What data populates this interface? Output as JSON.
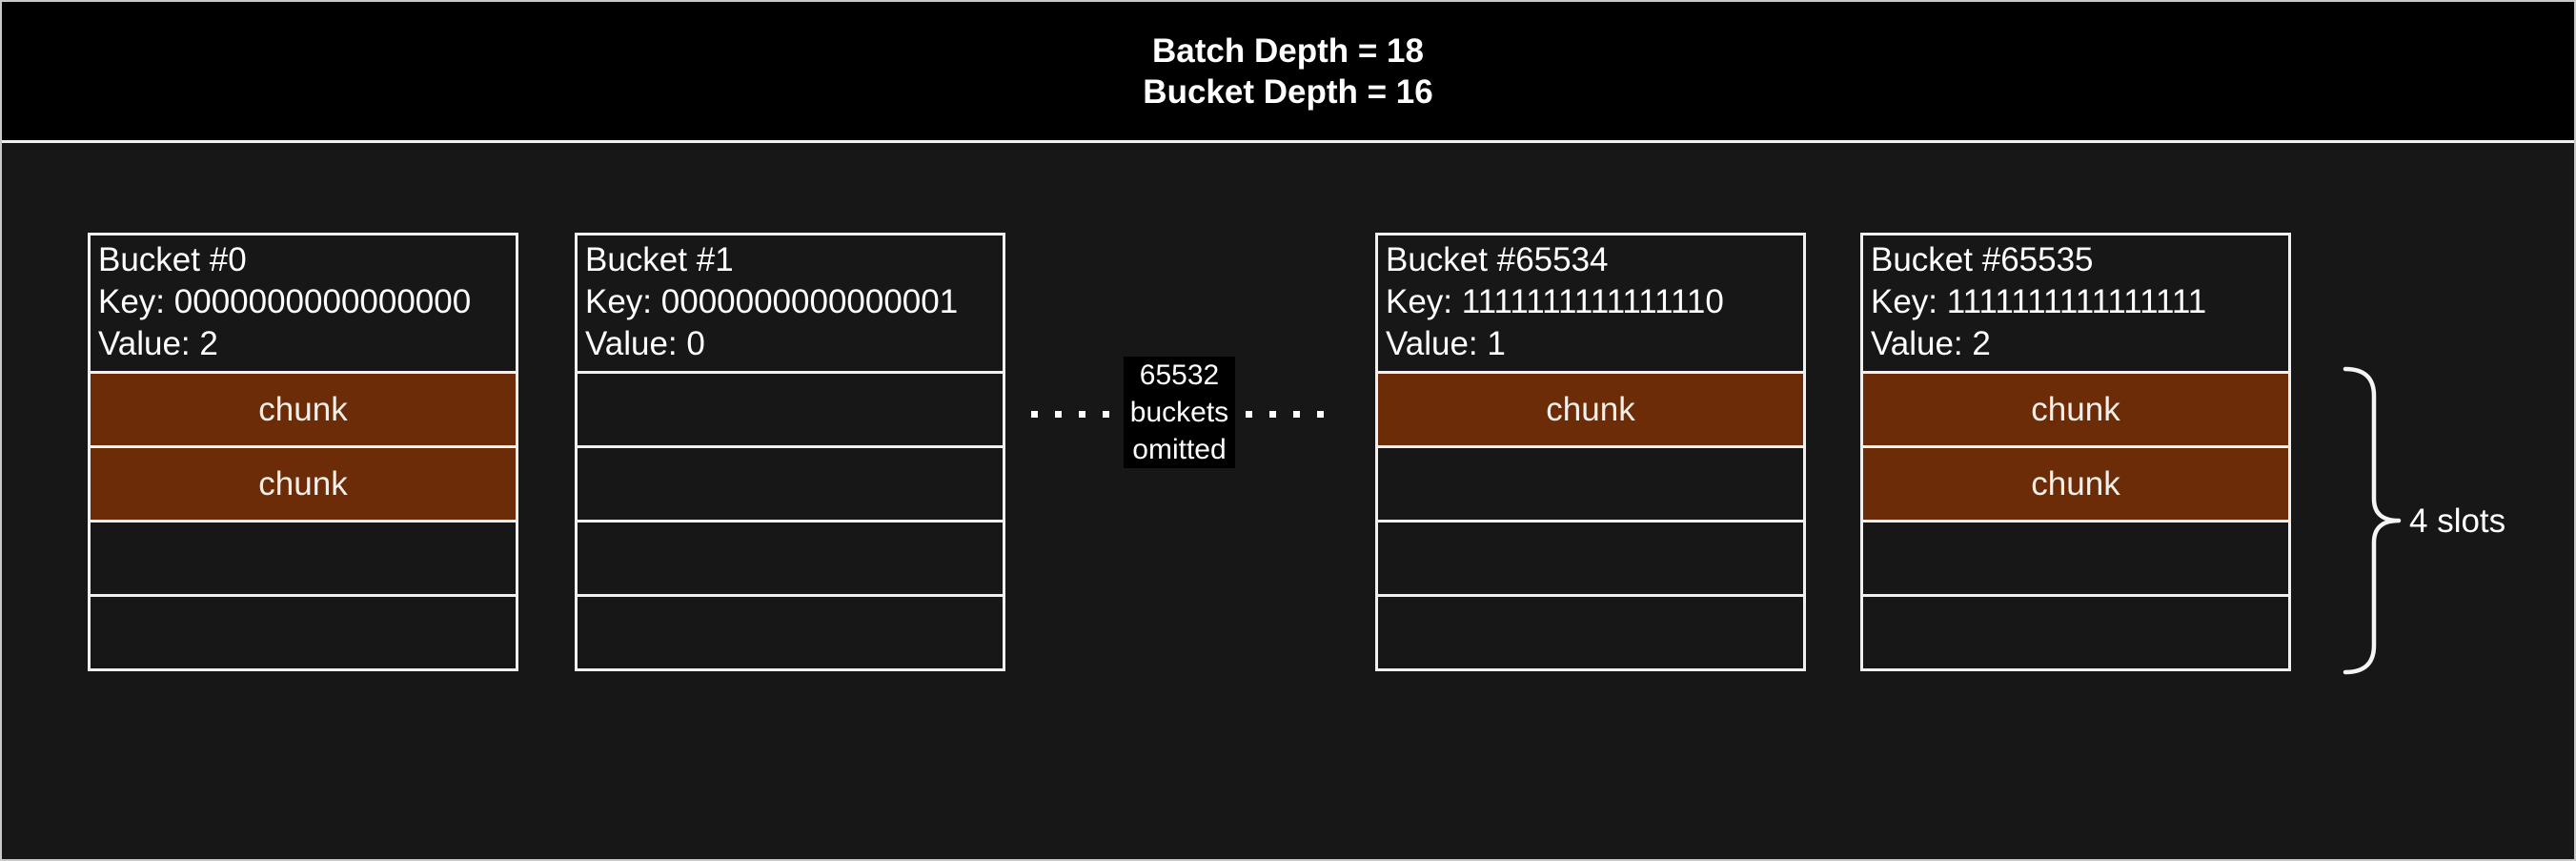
{
  "title_block": {
    "line1": "Batch Depth = 18",
    "line2": "Bucket Depth = 16"
  },
  "buckets": [
    {
      "title": "Bucket #0",
      "key": "Key: 0000000000000000",
      "value": "Value: 2",
      "slots": [
        "chunk",
        "chunk",
        "",
        ""
      ]
    },
    {
      "title": "Bucket #1",
      "key": "Key: 0000000000000001",
      "value": "Value: 0",
      "slots": [
        "",
        "",
        "",
        ""
      ]
    },
    {
      "title": "Bucket #65534",
      "key": "Key: 1111111111111110",
      "value": "Value: 1",
      "slots": [
        "chunk",
        "",
        "",
        ""
      ]
    },
    {
      "title": "Bucket #65535",
      "key": "Key: 1111111111111111",
      "value": "Value: 2",
      "slots": [
        "chunk",
        "chunk",
        "",
        ""
      ]
    }
  ],
  "omitted_note": "65532 buckets omitted",
  "slots_brace_label": "4 slots",
  "colors": {
    "bg": "#171717",
    "panel_black": "#000000",
    "border_light": "#f0f0f0",
    "frame": "#c9c9c9",
    "chunk": "#6b2c07",
    "chunk_text": "#f5efe9",
    "text": "#ffffff"
  }
}
